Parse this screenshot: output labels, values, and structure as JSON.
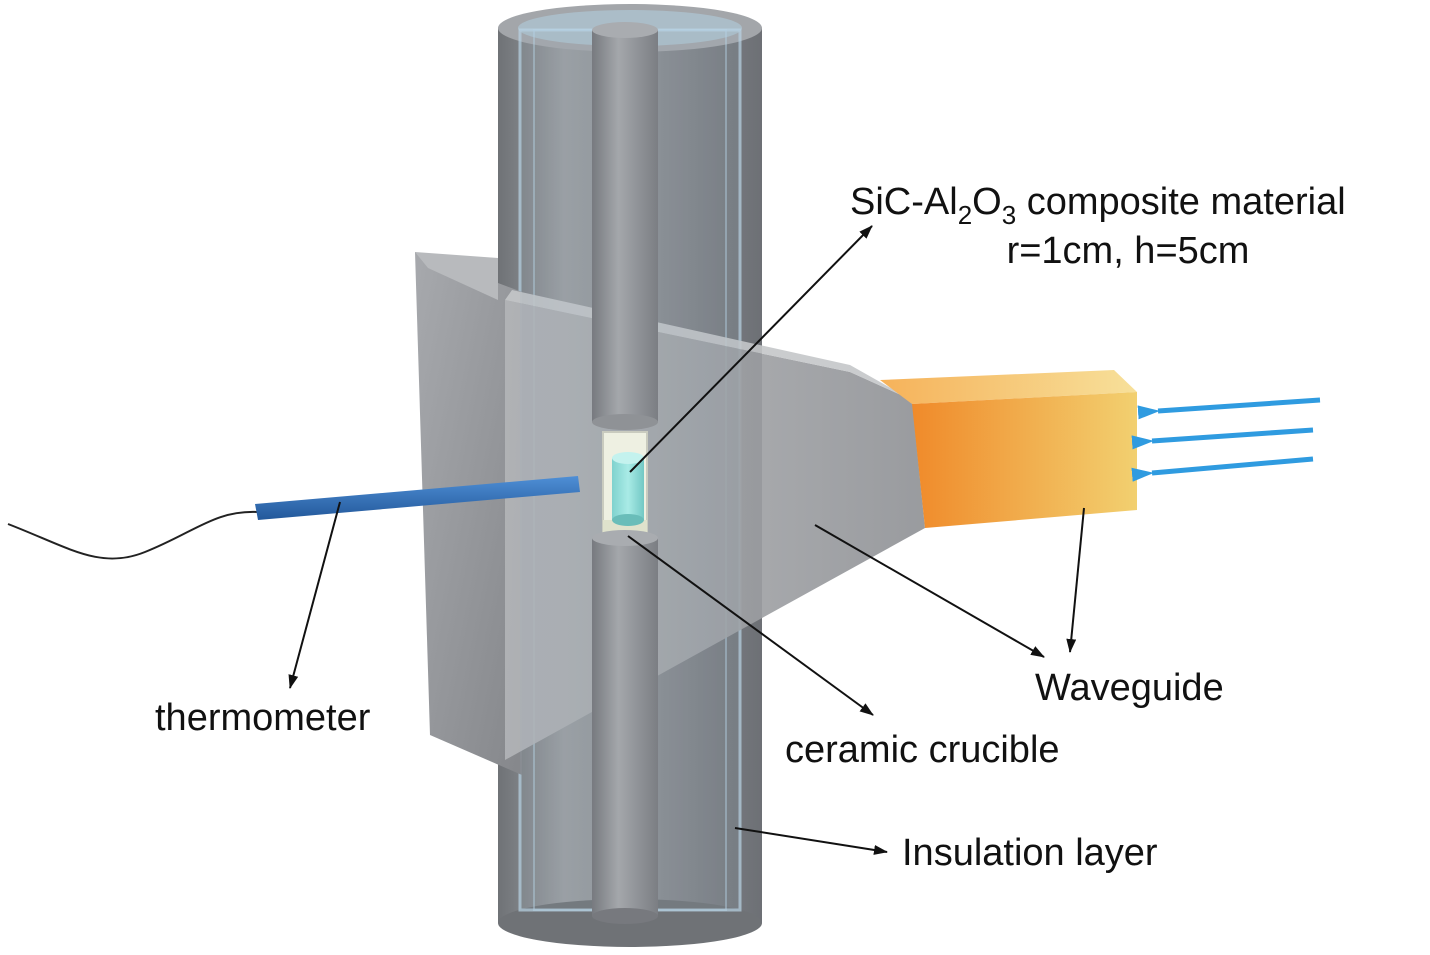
{
  "labels": {
    "material_prefix": "SiC-Al",
    "material_sub_1": "2",
    "material_mid": "O",
    "material_sub_2": "3",
    "material_suffix": " composite material",
    "material_dims": "r=1cm, h=5cm",
    "waveguide": "Waveguide",
    "thermometer": "thermometer",
    "crucible": "ceramic crucible",
    "insulation": "Insulation layer"
  },
  "colors": {
    "cylinder": "#8a8d92",
    "waveguide_horn": "#9a9ca0",
    "waveguide_feed_start": "#f08a2a",
    "waveguide_feed_end": "#f2d070",
    "thermometer": "#2f6fb8",
    "sample": "#8fdcd8",
    "arrow_blue": "#2f9be0",
    "leader_line": "#111111"
  }
}
